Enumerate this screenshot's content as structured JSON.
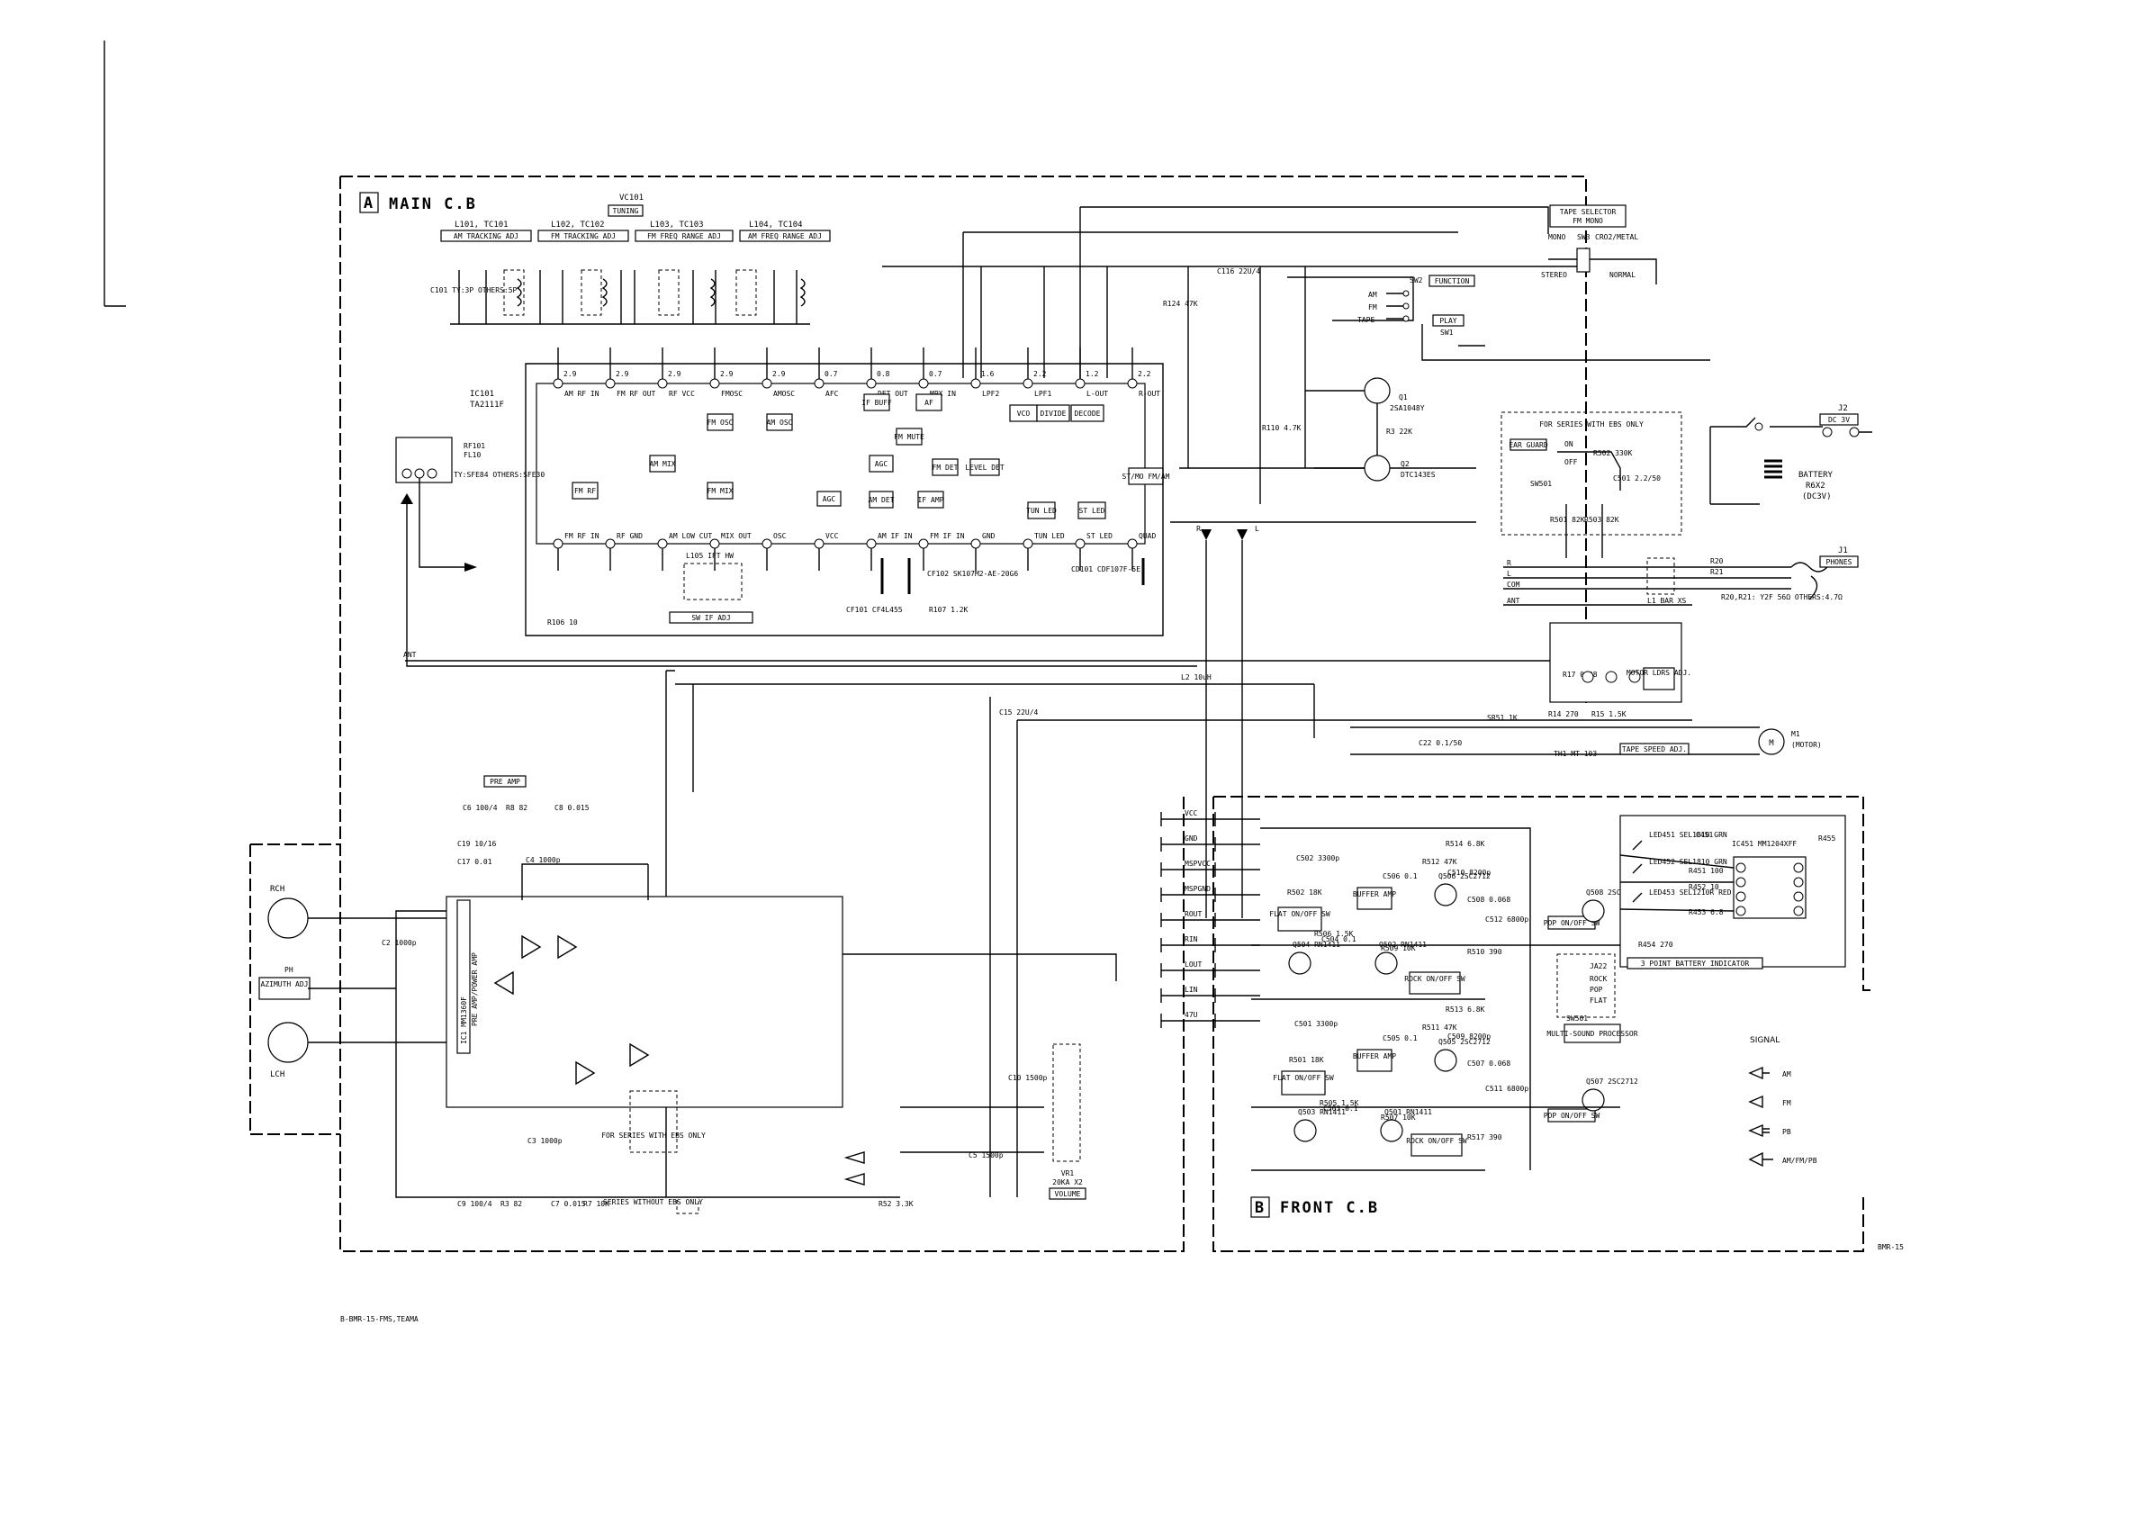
{
  "main_board": {
    "letter": "A",
    "title": "MAIN C.B",
    "vc101": {
      "name": "VC101",
      "label": "TUNING"
    },
    "tuning_labels": [
      "L101, TC101",
      "L102, TC102",
      "L103, TC103",
      "L104, TC104"
    ],
    "tuning_boxes": [
      "AM TRACKING ADJ",
      "FM TRACKING ADJ",
      "FM FREQ RANGE ADJ",
      "AM FREQ RANGE ADJ"
    ],
    "ic101": {
      "name": "IC101",
      "part": "TA2111F"
    },
    "ic101_top_pins": [
      "AM RF IN",
      "FM RF OUT",
      "RF VCC",
      "FMOSC",
      "AMOSC",
      "AFC",
      "DET OUT",
      "MPX IN",
      "LPF2",
      "LPF1",
      "L-OUT",
      "R-OUT"
    ],
    "ic101_top_volts": [
      "2.9",
      "2.9",
      "2.9",
      "2.9",
      "2.9",
      "0.7",
      "0.8",
      "0.7",
      "1.6",
      "2.2",
      "1.2",
      "2.2"
    ],
    "ic101_bottom_pins": [
      "FM RF IN",
      "RF GND",
      "AM LOW CUT",
      "MIX OUT",
      "OSC",
      "VCC",
      "AM IF IN",
      "FM IF IN",
      "GND",
      "TUN LED",
      "ST LED",
      "QUAD"
    ],
    "ic101_blocks": [
      "FM RF",
      "AM MIX",
      "FM OSC",
      "AM OSC",
      "FM MIX",
      "AGC",
      "AGC",
      "AM DET",
      "IF AMP",
      "FM MUTE",
      "FM DET",
      "LEVEL DET",
      "TUN LED",
      "ST LED",
      "IF BUFF",
      "AF",
      "VCO",
      "DIVIDE",
      "DECODE",
      "ST/MO FM/AM"
    ],
    "rf101": {
      "name": "RF101",
      "part": "FL10",
      "note": "TY:SFE84 OTHERS:SFE30"
    },
    "l105": {
      "name": "L105 IFT HW"
    },
    "sw_if_adj": "SW IF ADJ",
    "cf101": "CF101 CF4L455",
    "cf102": "CF102 SK107M2-AE-20G6",
    "cd101": "CD101 CDF107F-5E",
    "misc_labels": [
      "C101 TY:3P OTHERS:5P",
      "R106 10",
      "R107 1.2K",
      "C116 22U/4",
      "R124 47K",
      "R110 4.7K",
      "ANT",
      "L2 10uH"
    ],
    "tape_selector": {
      "title": "TAPE SELECTOR",
      "subtitle": "FM MONO",
      "mono": "MONO",
      "sw": "SW3",
      "cro2": "CRO2/METAL",
      "stereo": "STEREO",
      "normal": "NORMAL"
    },
    "sw2": {
      "name": "SW2",
      "label": "FUNCTION",
      "positions": [
        "AM",
        "FM",
        "TAPE"
      ]
    },
    "sw1": {
      "name": "SW1",
      "label": "PLAY"
    },
    "q1": {
      "name": "Q1",
      "part": "2SA1048Y"
    },
    "q2": {
      "name": "Q2",
      "part": "DTC143ES"
    },
    "r3": "R3 22K",
    "ebs": {
      "title": "FOR SERIES WITH EBS ONLY",
      "box": "EAR GUARD",
      "sw": "SW501",
      "on": "ON",
      "off": "OFF",
      "r502": "R502 330K",
      "c501": "C501 2.2/50",
      "r501": "R501 82K",
      "r503": "R503 82K"
    },
    "battery": {
      "label": "BATTERY",
      "value": "R6X2",
      "note": "(DC3V)"
    },
    "j2": {
      "name": "J2",
      "label": "DC 3V"
    },
    "j1": {
      "name": "J1",
      "label": "PHONES"
    },
    "phones_labels": [
      "R",
      "L",
      "COM",
      "ANT"
    ],
    "resistors_out": [
      "R20",
      "R21",
      "R20,R21: Y2F 56Ω OTHERS:4.7Ω"
    ],
    "l1_bead": "L1 BAR XS",
    "motor": {
      "name": "M1",
      "label": "(MOTOR)"
    },
    "r17": "R17 0.48",
    "motor_ldr": "MOTOR LDRS ADJ.",
    "tape_speed": "TAPE SPEED ADJ.",
    "tape_speed_parts": [
      "R14 270",
      "R15 1.5K",
      "TH1 MT-103",
      "SR51 1K",
      "C22 0.1/50"
    ],
    "pre_amp": "PRE AMP",
    "ic1": {
      "name": "IC1 MM1360F",
      "label": "PRE AMP/POWER AMP"
    },
    "head": {
      "rch": "RCH",
      "lch": "LCH",
      "ph": "PH",
      "azimuth": "AZIMUTH ADJ"
    },
    "pre_parts": [
      "C6 100/4",
      "R8 82",
      "C8 0.015",
      "C19 10/16",
      "C17 0.01",
      "C4 1000p",
      "C2 1000p",
      "C3 1000p",
      "R3 82",
      "C7 0.015",
      "R7 10K",
      "C9 100/4"
    ],
    "vr1": {
      "name": "VR1",
      "spec": "20KA X2",
      "label": "VOLUME"
    },
    "series_note1": "FOR SERIES WITH EBS ONLY",
    "series_note2": "SERIES WITHOUT EBS ONLY",
    "r52": "R52 3.3K",
    "c15": "C15 22U/4",
    "c10": "C10 1500p",
    "c5": "C5 1500p"
  },
  "front_board": {
    "letter": "B",
    "title": "FRONT C.B",
    "connector_labels": [
      "VCC",
      "GND",
      "MSPVCC",
      "MSPGND",
      "ROUT",
      "RIN",
      "LOUT",
      "LIN",
      "47U"
    ],
    "flat_sw": "FLAT ON/OFF SW",
    "buffer_amp": "BUFFER AMP",
    "rock_sw": "ROCK ON/OFF SW",
    "pop_sw": "POP ON/OFF SW",
    "transistors": [
      "Q504 RN1411",
      "Q502 RN1411",
      "Q506 2SC2712",
      "Q508 2SC2712",
      "Q503 RN1411",
      "Q501 RN1411",
      "Q505 2SC2712",
      "Q507 2SC2712"
    ],
    "parts": [
      "C502 3300p",
      "R502 18K",
      "R506 1.5K",
      "C504 0.1",
      "C506 0.1",
      "R512 47K",
      "C510 8200p",
      "R514 6.8K",
      "C508 0.068",
      "C512 6800p",
      "R510 390",
      "R509 10K",
      "C501 3300p",
      "R501 18K",
      "R505 1.5K",
      "C503 0.1",
      "C505 0.1",
      "R511 47K",
      "C509 8200p",
      "R513 6.8K",
      "C507 0.068",
      "C511 6800p",
      "R517 390",
      "R507 10K"
    ],
    "ja2": {
      "name": "JA22",
      "positions": [
        "ROCK",
        "POP",
        "FLAT"
      ]
    },
    "sw501": {
      "name": "SW501",
      "label": "MULTI-SOUND PROCESSOR"
    },
    "battery_ind": {
      "ic": "IC451 MM1204XFF",
      "label": "3 POINT BATTERY INDICATOR",
      "leds": [
        "LED451 SEL1810 GRN",
        "LED452 SEL1810 GRN",
        "LED453 SEL1210R RED"
      ],
      "parts": [
        "C451",
        "R455",
        "R451 100",
        "R452 10",
        "R453 6.8",
        "R454 270"
      ]
    }
  },
  "signal_legend": {
    "title": "SIGNAL",
    "items": [
      "AM",
      "FM",
      "PB",
      "AM/FM/PB"
    ]
  },
  "corner_code": "BMR-15",
  "footer": "B-BMR-15-FMS,TEAMA"
}
